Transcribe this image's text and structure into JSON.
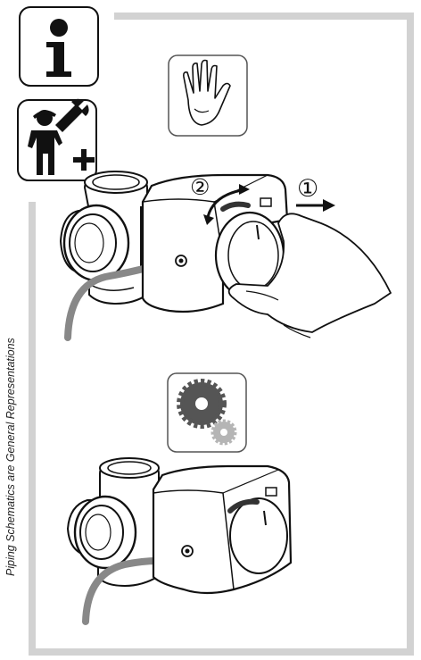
{
  "side_caption": "Piping Schematics are General Representations",
  "step_labels": [
    "①",
    "②"
  ],
  "icons": {
    "info": "info-icon",
    "technician": "technician-tools-icon",
    "manual_mode": "hand-icon",
    "auto_mode": "gears-icon"
  },
  "colors": {
    "frame_gray": "#d0d0d0",
    "line": "#111111",
    "gear_dark": "#555555",
    "gear_light": "#b5b5b5",
    "actuator_body": "#ffffff"
  }
}
